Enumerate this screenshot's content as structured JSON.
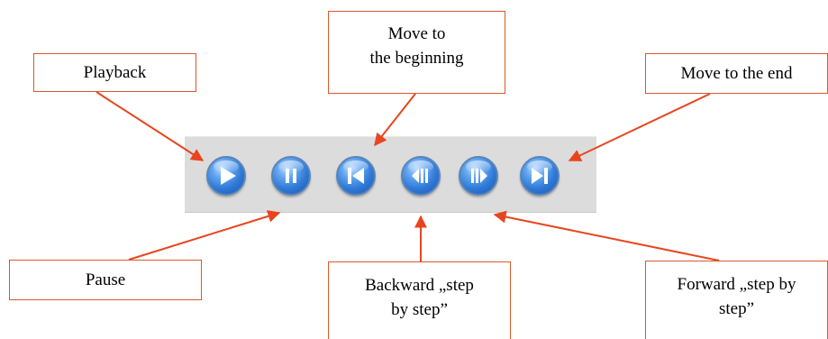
{
  "labels": {
    "playback": "Playback",
    "move_to_beginning": "Move to\nthe beginning",
    "move_to_end": "Move to the end",
    "pause": "Pause",
    "backward_step": "Backward „step\nby step”",
    "forward_step": "Forward „step by\nstep”"
  },
  "colors": {
    "annotation": "#e8451e",
    "box_border": "#d65a2c",
    "toolbar": "#dcdcdc",
    "button": "#2f79d6"
  },
  "buttons": [
    {
      "id": "play",
      "icon": "play-icon"
    },
    {
      "id": "pause",
      "icon": "pause-icon"
    },
    {
      "id": "move-to-beginning",
      "icon": "skip-to-start-icon"
    },
    {
      "id": "step-backward",
      "icon": "step-backward-icon"
    },
    {
      "id": "step-forward",
      "icon": "step-forward-icon"
    },
    {
      "id": "move-to-end",
      "icon": "skip-to-end-icon"
    }
  ]
}
